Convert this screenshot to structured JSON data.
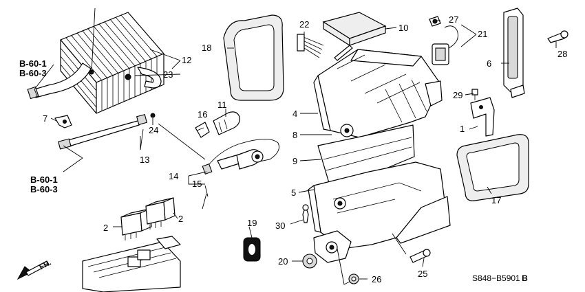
{
  "callouts": {
    "c1": "1",
    "c2a": "2",
    "c2b": "2",
    "c4": "4",
    "c5": "5",
    "c6": "6",
    "c7": "7",
    "c8": "8",
    "c9": "9",
    "c10": "10",
    "c11": "11",
    "c12": "12",
    "c13": "13",
    "c14": "14",
    "c15": "15",
    "c16": "16",
    "c17": "17",
    "c18": "18",
    "c19": "19",
    "c20": "20",
    "c21": "21",
    "c22": "22",
    "c23": "23",
    "c24": "24",
    "c25": "25",
    "c26": "26",
    "c27": "27",
    "c28": "28",
    "c29": "29",
    "c30": "30"
  },
  "references": {
    "top": [
      "B-60-1",
      "B-60-3"
    ],
    "bottom": [
      "B-60-1",
      "B-60-3"
    ]
  },
  "direction_label": "FR.",
  "diagram_code": {
    "prefix": "S848−B5901",
    "suffix": "B"
  }
}
